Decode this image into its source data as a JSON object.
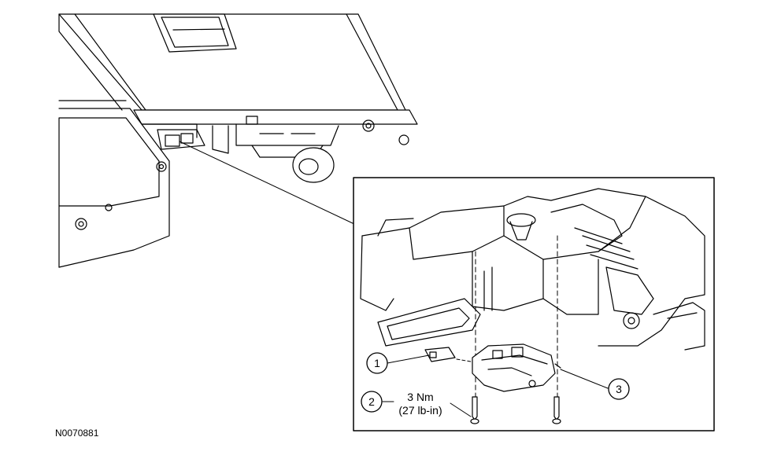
{
  "diagram": {
    "figure_code": "N0070881",
    "callouts": [
      {
        "number": "1"
      },
      {
        "number": "2",
        "text_line1": "3 Nm",
        "text_line2": "(27 lb-in)"
      },
      {
        "number": "3"
      }
    ]
  }
}
